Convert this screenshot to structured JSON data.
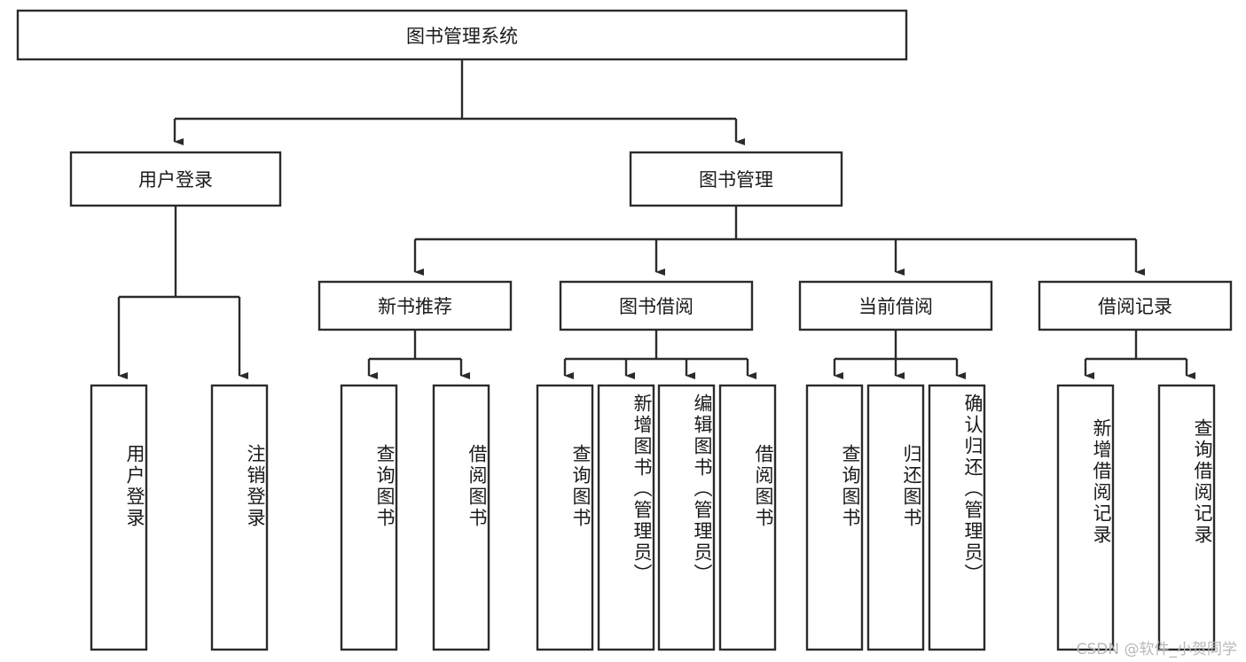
{
  "diagram": {
    "type": "tree-hierarchy-flowchart",
    "title": "图书管理系统",
    "watermark": "CSDN @软件_小贺同学",
    "theme": {
      "background": "#ffffff",
      "box_fill": "#ffffff",
      "box_stroke": "#2b2b2b",
      "connector": "#2b2b2b",
      "text": "#1a1a1a",
      "watermark_color": "#b8b8b8"
    },
    "levels": {
      "root": {
        "label": "图书管理系统",
        "orientation": "horizontal"
      },
      "level2": [
        {
          "label": "用户登录",
          "orientation": "horizontal"
        },
        {
          "label": "图书管理",
          "orientation": "horizontal"
        }
      ],
      "level3": [
        {
          "label": "新书推荐",
          "orientation": "horizontal",
          "parent": "图书管理"
        },
        {
          "label": "图书借阅",
          "orientation": "horizontal",
          "parent": "图书管理"
        },
        {
          "label": "当前借阅",
          "orientation": "horizontal",
          "parent": "图书管理"
        },
        {
          "label": "借阅记录",
          "orientation": "horizontal",
          "parent": "图书管理"
        }
      ],
      "leaves": [
        {
          "label": "用户登录",
          "orientation": "vertical",
          "parent": "用户登录",
          "align": "middle"
        },
        {
          "label": "注销登录",
          "orientation": "vertical",
          "parent": "用户登录",
          "align": "middle"
        },
        {
          "label": "查询图书",
          "orientation": "vertical",
          "parent": "新书推荐",
          "align": "middle"
        },
        {
          "label": "借阅图书",
          "orientation": "vertical",
          "parent": "新书推荐",
          "align": "middle"
        },
        {
          "label": "查询图书",
          "orientation": "vertical",
          "parent": "图书借阅",
          "align": "middle"
        },
        {
          "label": "新增图书（管理员）",
          "orientation": "vertical",
          "parent": "图书借阅",
          "align": "top"
        },
        {
          "label": "编辑图书（管理员）",
          "orientation": "vertical",
          "parent": "图书借阅",
          "align": "top"
        },
        {
          "label": "借阅图书",
          "orientation": "vertical",
          "parent": "图书借阅",
          "align": "middle"
        },
        {
          "label": "查询图书",
          "orientation": "vertical",
          "parent": "当前借阅",
          "align": "middle"
        },
        {
          "label": "归还图书",
          "orientation": "vertical",
          "parent": "当前借阅",
          "align": "middle"
        },
        {
          "label": "确认归还（管理员）",
          "orientation": "vertical",
          "parent": "当前借阅",
          "align": "top"
        },
        {
          "label": "新增借阅记录",
          "orientation": "vertical",
          "parent": "借阅记录",
          "align": "middle"
        },
        {
          "label": "查询借阅记录",
          "orientation": "vertical",
          "parent": "借阅记录",
          "align": "middle"
        }
      ]
    }
  }
}
